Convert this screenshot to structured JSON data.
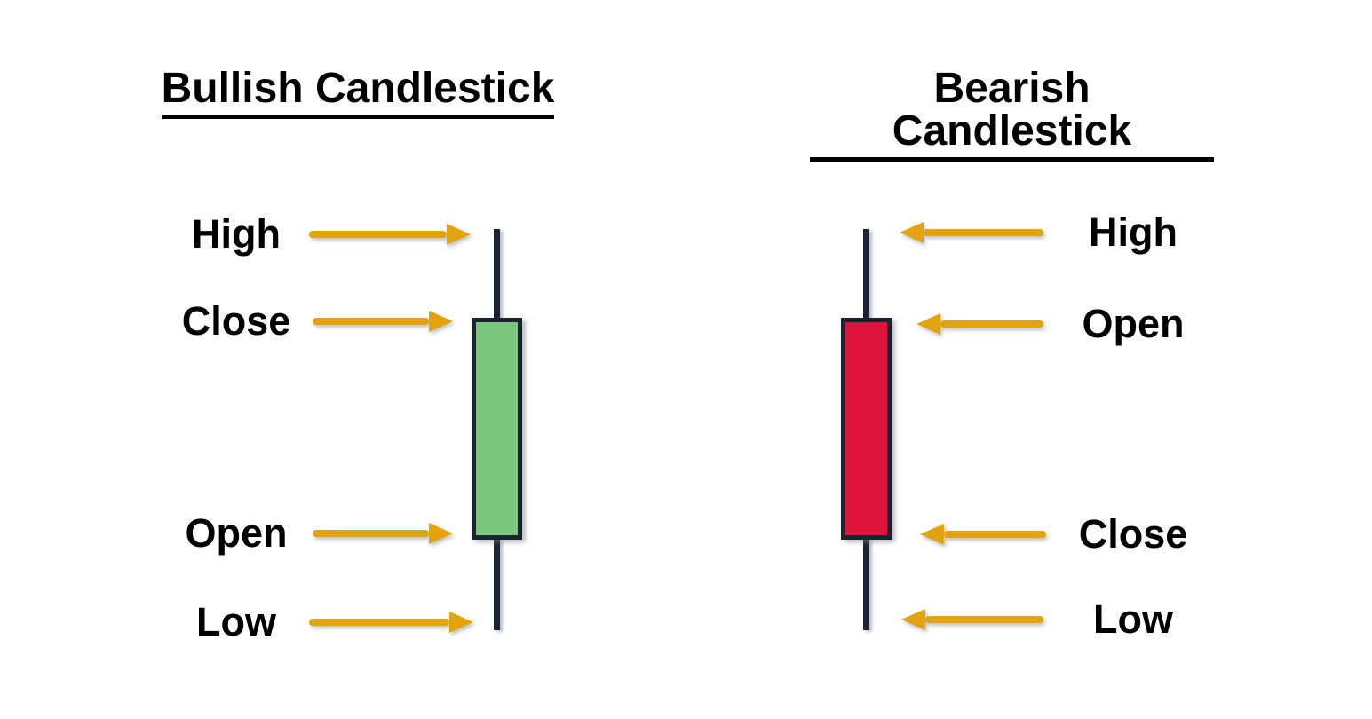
{
  "colors": {
    "background": "#ffffff",
    "text": "#000000",
    "candle_outline": "#1B2230",
    "bullish_body": "#7DC67F",
    "bearish_body": "#DC143C",
    "arrow": "#E2A30D"
  },
  "bullish": {
    "title": "Bullish Candlestick",
    "annotations": [
      {
        "label": "High"
      },
      {
        "label": "Close"
      },
      {
        "label": "Open"
      },
      {
        "label": "Low"
      }
    ]
  },
  "bearish": {
    "title": "Bearish Candlestick",
    "annotations": [
      {
        "label": "High"
      },
      {
        "label": "Open"
      },
      {
        "label": "Close"
      },
      {
        "label": "Low"
      }
    ]
  }
}
